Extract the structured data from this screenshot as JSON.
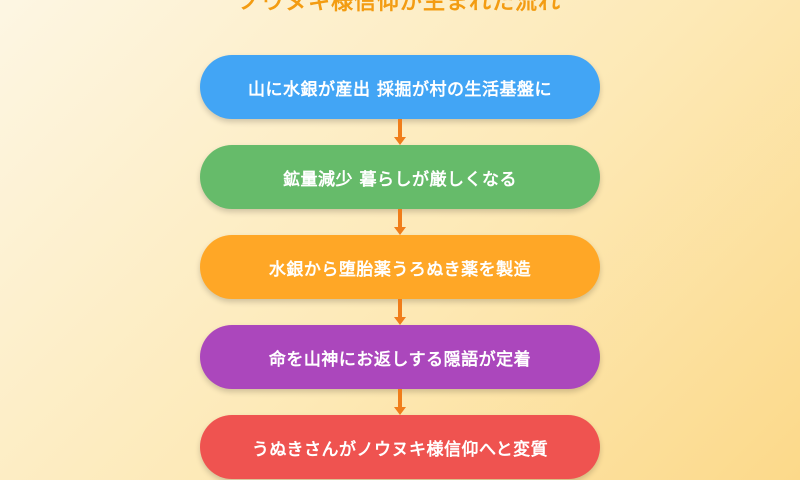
{
  "title": "ノウヌキ様信仰が生まれた流れ",
  "steps": [
    {
      "label": "山に水銀が産出 採掘が村の生活基盤に",
      "color": "#42a5f5"
    },
    {
      "label": "鉱量減少 暮らしが厳しくなる",
      "color": "#66bb6a"
    },
    {
      "label": "水銀から堕胎薬うろぬき薬を製造",
      "color": "#ffa726"
    },
    {
      "label": "命を山神にお返しする隠語が定着",
      "color": "#ab47bc"
    },
    {
      "label": "うぬきさんがノウヌキ様信仰へと変質",
      "color": "#ef5350"
    }
  ],
  "connector_color": "#f07d1a"
}
